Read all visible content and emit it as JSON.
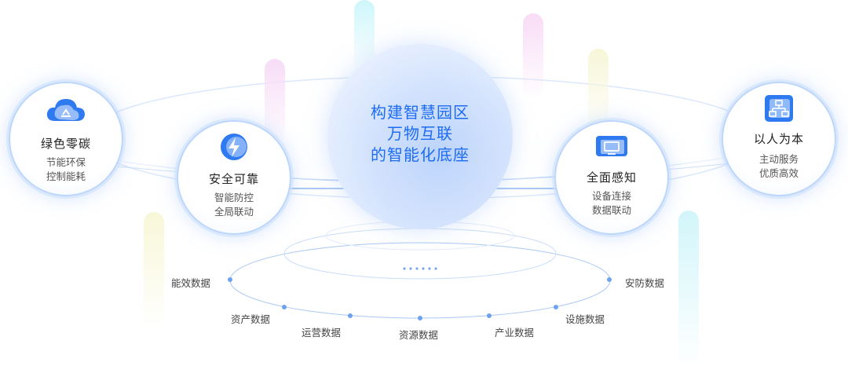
{
  "center": {
    "lines": [
      "构建智慧园区",
      "万物互联",
      "的智能化底座"
    ]
  },
  "features": [
    {
      "title": "绿色零碳",
      "lines": [
        "节能环保",
        "控制能耗"
      ],
      "icon": "recycle-cloud-icon"
    },
    {
      "title": "安全可靠",
      "lines": [
        "智能防控",
        "全局联动"
      ],
      "icon": "lightning-shield-icon"
    },
    {
      "title": "全面感知",
      "lines": [
        "设备连接",
        "数据联动"
      ],
      "icon": "monitor-icon"
    },
    {
      "title": "以人为本",
      "lines": [
        "主动服务",
        "优质高效"
      ],
      "icon": "org-chart-icon"
    }
  ],
  "data_ring": [
    "能效数据",
    "资产数据",
    "运营数据",
    "资源数据",
    "产业数据",
    "设施数据",
    "安防数据"
  ],
  "colors": {
    "accent": "#1d6cf2",
    "ring": "#8fb6f2",
    "dot": "#6ea2ee"
  }
}
